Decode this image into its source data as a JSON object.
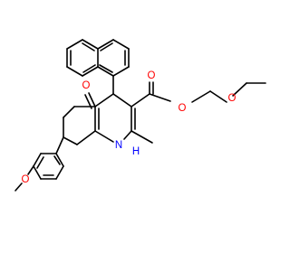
{
  "molecule": {
    "colors": {
      "bond": "#000000",
      "oxygen": "#ff0000",
      "nitrogen": "#0000ff"
    },
    "labels": {
      "ketone_oxygen": "O",
      "ester_oxygen_carbonyl": "O",
      "ester_oxygen_single": "O",
      "ether_oxygen": "O",
      "methoxy_oxygen": "O",
      "amine": "N",
      "amine_hydrogen": "H"
    }
  }
}
